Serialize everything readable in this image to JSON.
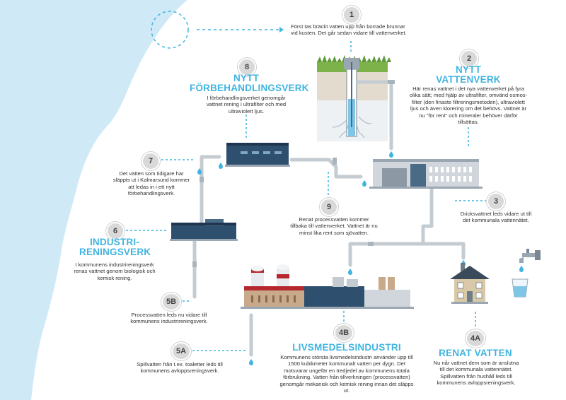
{
  "steps": {
    "s1": {
      "number": "1",
      "text": "Först tas bräckt vatten upp från borrade brunnar vid kusten. Det går sedan vidare till vattenverket."
    },
    "s2": {
      "number": "2",
      "heading_line1": "NYTT",
      "heading_line2": "VATTENVERK",
      "text": "Här renas vattnet i det nya vattenverket på fyra olika sätt; med hjälp av ultrafilter, omvänd osmos-filter (den finaste filtreringsmetoden), ultraviolett ljus och även klorering om det behövs. Vattnet är nu \"för rent\" och mineraler behöver därför tillsättas."
    },
    "s3": {
      "number": "3",
      "text": "Dricksvattnet leds vidare ut till det kommunala vattennätet."
    },
    "s4a": {
      "number": "4A",
      "heading": "RENAT VATTEN",
      "text": "Nu når vattnet dem som är anslutna till det kommunala vattennätet. Spillvatten från hushåll leds till kommunens avloppsreningsverk."
    },
    "s4b": {
      "number": "4B",
      "heading": "LIVSMEDELSINDUSTRI",
      "text": "Kommunens största livsmedelsindustri använder upp till 1500 kubikmeter kommunalt vatten per dygn. Det motsvarar ungefär en tredjedel av kommunens totala förbrukning. Vatten från tillverkningen (processvatten) genomgår mekanisk och kemisk rening innan det släpps ut."
    },
    "s5a": {
      "number": "5A",
      "text": "Spillvatten från t.ex. toaletter leds till kommunens avloppsreningsverk."
    },
    "s5b": {
      "number": "5B",
      "text": "Processvatten leds nu vidare till kommunens industrireningsverk."
    },
    "s6": {
      "number": "6",
      "heading_line1": "INDUSTRI-",
      "heading_line2": "RENINGSVERK",
      "text": "I kommunens industrireningsverk renas vattnet genom biologisk och kemisk rening."
    },
    "s7": {
      "number": "7",
      "text": "Det vatten som tidigare har släppts ut i Kalmarsund kommer att ledas in i ett nytt förbehandlingsverk."
    },
    "s8": {
      "number": "8",
      "heading_line1": "NYTT",
      "heading_line2": "FÖRBEHANDLINGSVERK",
      "text": "I förbehandlingsverket genomgår vattnet rening i ultrafilter och med ultraviolett ljus."
    },
    "s9": {
      "number": "9",
      "text": "Renat processvatten kommer tillbaka till vattenverket. Vattnet är nu minst lika rent som sjövatten."
    }
  },
  "colors": {
    "sea": "#cfe9f6",
    "accent": "#3fb4e0",
    "pipe": "#c4ccd2",
    "building": "#2f4f6f"
  },
  "icons": [
    "well-icon",
    "water-tap-icon",
    "water-glass-icon",
    "house-icon",
    "water-drop-icon"
  ]
}
